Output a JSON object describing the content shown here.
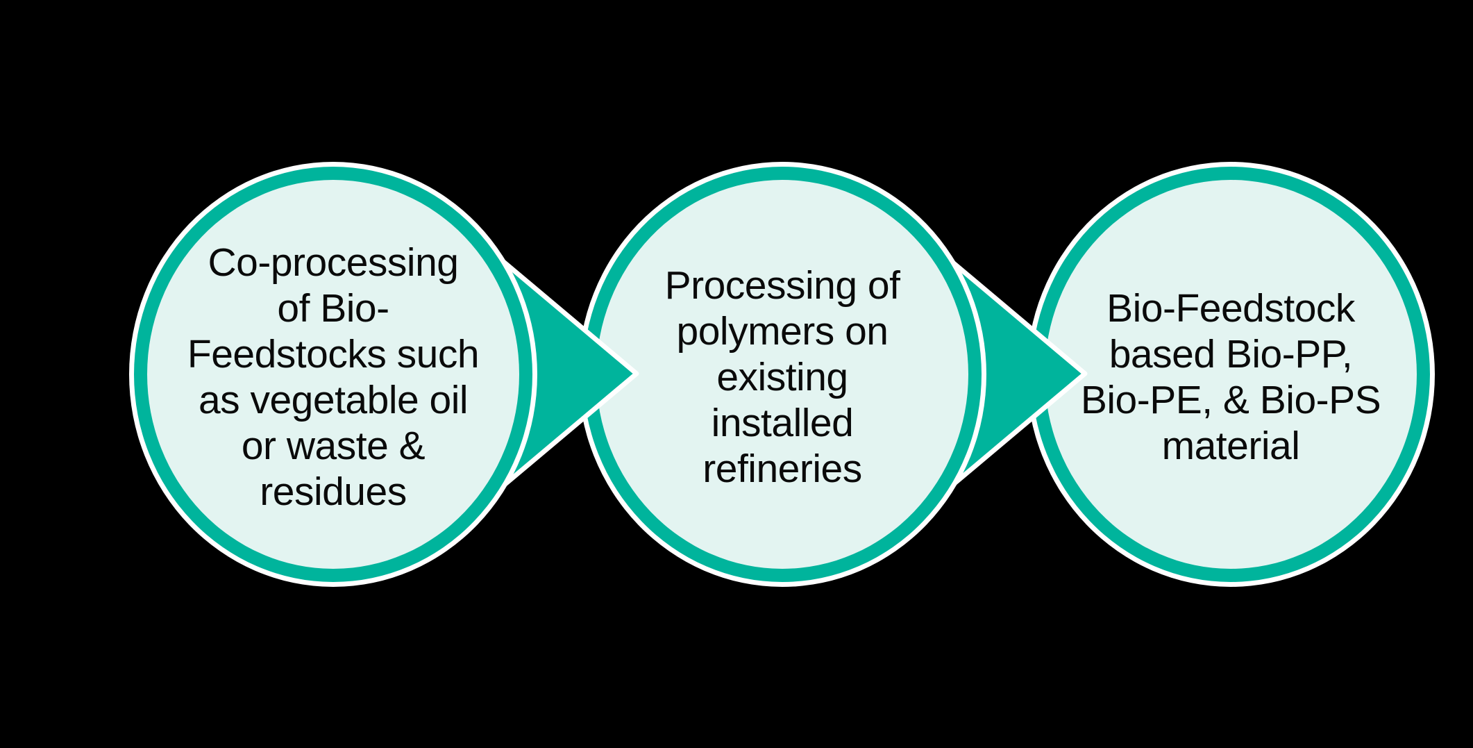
{
  "diagram": {
    "background_color": "#000000",
    "colors": {
      "accent_teal": "#00B49C",
      "circle_fill": "#E3F4F1",
      "outline_white": "#FFFFFF",
      "text_color": "#0A0A0A"
    },
    "steps": [
      {
        "text": "Co-processing\nof Bio-\nFeedstocks such\nas vegetable oil\nor waste &\nresidues"
      },
      {
        "text": "Processing of\npolymers on\nexisting\ninstalled\nrefineries"
      },
      {
        "text": "Bio-Feedstock\nbased Bio-PP,\nBio-PE, & Bio-PS\nmaterial"
      }
    ],
    "connectors": [
      {
        "from_step": 1,
        "to_step": 2,
        "icon": "right-arrow-icon"
      },
      {
        "from_step": 2,
        "to_step": 3,
        "icon": "right-arrow-icon"
      }
    ]
  }
}
